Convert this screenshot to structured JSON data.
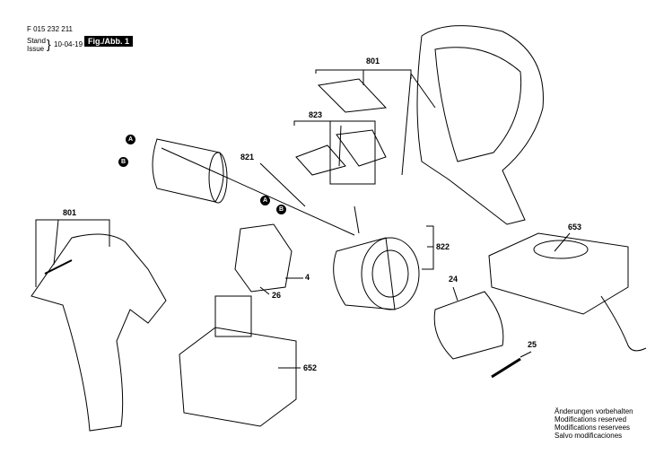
{
  "header": {
    "part_number": "F 015 232 211",
    "stand_label": "Stand",
    "issue_label": "Issue",
    "date": "10-04-19",
    "figure_label": "Fig./Abb. 1"
  },
  "callouts": {
    "housing_top": "801",
    "housing_left": "801",
    "switch_parts": "823",
    "motor": "821",
    "gearbox": "822",
    "charger": "653",
    "chuck": "24",
    "screw": "25",
    "switch": "4",
    "switch_part": "26",
    "battery": "652",
    "wire_a": "A",
    "wire_b": "B"
  },
  "footer": {
    "notes": [
      "Änderungen vorbehalten",
      "Modifications reserved",
      "Modifications reservees",
      "Salvo modificaciones"
    ]
  }
}
